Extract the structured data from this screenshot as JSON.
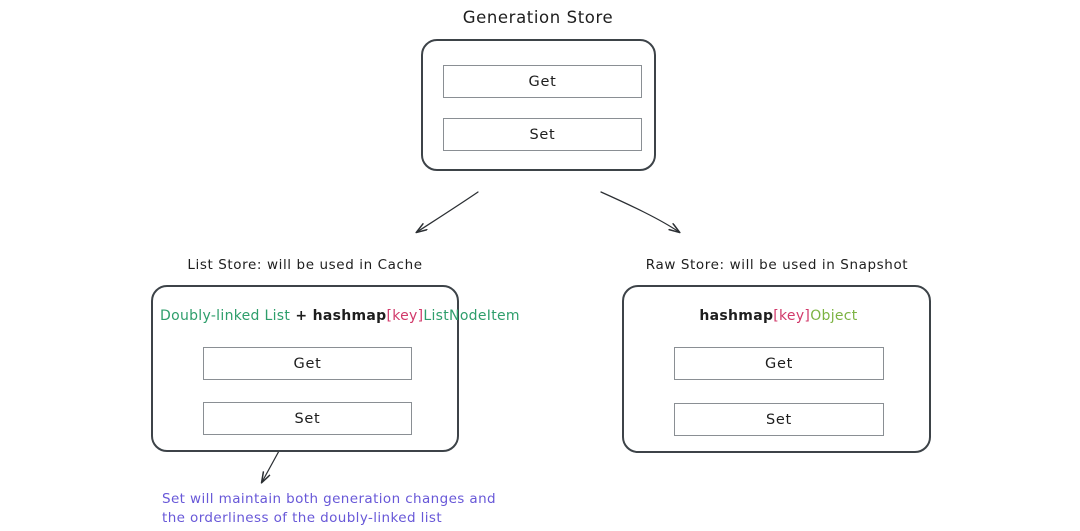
{
  "diagram": {
    "title": "Generation Store",
    "background_color": "#ffffff",
    "stroke_color": "#3d4348",
    "inner_stroke_color": "#8a8f94"
  },
  "root_store": {
    "title": "Generation Store",
    "operations": [
      {
        "label": "Get"
      },
      {
        "label": "Set"
      }
    ]
  },
  "list_store": {
    "caption": "List Store: will be used in Cache",
    "schema": [
      {
        "text": "Doubly-linked List",
        "color": "#2e9e6b",
        "style": "green"
      },
      {
        "text": " + ",
        "color": "#1e1e1e",
        "style": "black"
      },
      {
        "text": "hashmap",
        "color": "#1e1e1e",
        "style": "black"
      },
      {
        "text": "[key]",
        "color": "#d1396a",
        "style": "crimson"
      },
      {
        "text": "ListNodeItem",
        "color": "#2e9e6b",
        "style": "green"
      }
    ],
    "schema_plain": "Doubly-linked List + hashmap[key]ListNodeItem",
    "operations": [
      {
        "label": "Get"
      },
      {
        "label": "Set"
      }
    ]
  },
  "raw_store": {
    "caption": "Raw Store: will be used in Snapshot",
    "schema": [
      {
        "text": "hashmap",
        "color": "#1e1e1e",
        "style": "black"
      },
      {
        "text": "[key]",
        "color": "#d1396a",
        "style": "crimson"
      },
      {
        "text": "Object",
        "color": "#7cb342",
        "style": "olive"
      }
    ],
    "schema_plain": "hashmap[key]Object",
    "operations": [
      {
        "label": "Get"
      },
      {
        "label": "Set"
      }
    ]
  },
  "annotation": {
    "text": "Set will maintain both generation changes and\nthe orderliness of the doubly-linked list",
    "color": "#6858d8"
  },
  "connectors": [
    {
      "name": "root-to-list-store",
      "from": "Generation Store",
      "to": "List Store"
    },
    {
      "name": "root-to-raw-store",
      "from": "Generation Store",
      "to": "Raw Store"
    },
    {
      "name": "list-set-to-annotation",
      "from": "List Store Set",
      "to": "annotation"
    }
  ]
}
